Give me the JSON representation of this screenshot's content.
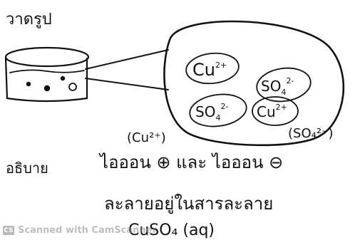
{
  "heading": "วาดรูป",
  "explain_label": "อธิบาย",
  "ions": {
    "cation": "Cu",
    "cation_charge": "2+",
    "anion_base": "SO",
    "anion_sub": "4",
    "anion_charge": "2-"
  },
  "paren_cation": "(Cu²⁺)",
  "paren_anion": "(SO₄²⁻)",
  "explanation_line1": "ไอออน ⊕ และ ไอออน ⊖",
  "explanation_line2": "ละลายอยู่ในสารละลาย",
  "formula": "CuSO₄ (aq)",
  "watermark": {
    "badge": "CS",
    "text": "Scanned with CamScanner"
  },
  "colors": {
    "ink": "#111111",
    "watermark": "#8a8a8a"
  }
}
